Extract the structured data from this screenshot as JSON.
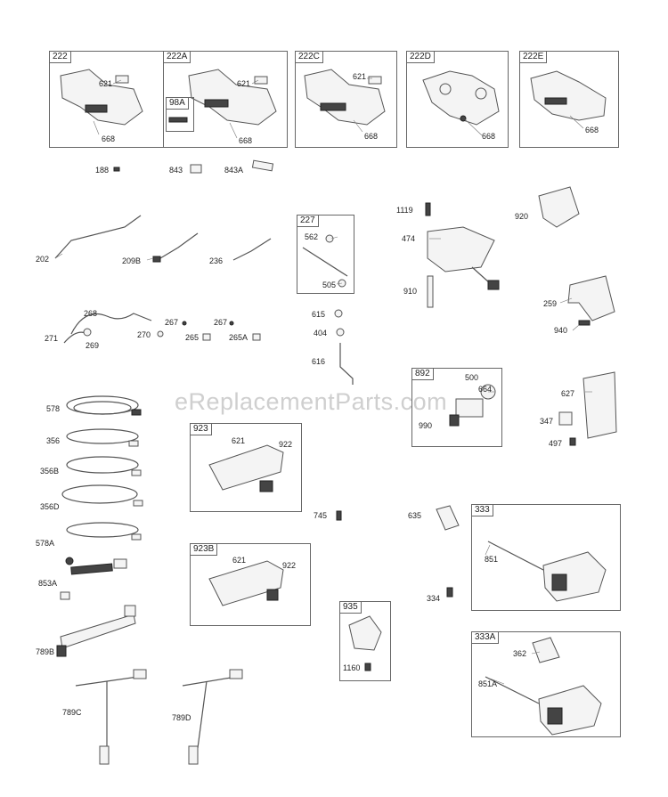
{
  "watermark": "eReplacementParts.com",
  "boxes": {
    "b222": "222",
    "b222A": "222A",
    "b98A": "98A",
    "b222C": "222C",
    "b222D": "222D",
    "b222E": "222E",
    "b227": "227",
    "b892": "892",
    "b923": "923",
    "b923B": "923B",
    "b935": "935",
    "b333": "333",
    "b333A": "333A"
  },
  "callouts": {
    "c621a": "621",
    "c668a": "668",
    "c621b": "621",
    "c668b": "668",
    "c621c": "621",
    "c668c": "668",
    "c668d": "668",
    "c668e": "668",
    "c188": "188",
    "c843": "843",
    "c843A": "843A",
    "c1119": "1119",
    "c474": "474",
    "c920": "920",
    "c202": "202",
    "c209B": "209B",
    "c236": "236",
    "c562": "562",
    "c505": "505",
    "c910": "910",
    "c259": "259",
    "c940": "940",
    "c268": "268",
    "c271": "271",
    "c269": "269",
    "c270": "270",
    "c267a": "267",
    "c265": "265",
    "c267b": "267",
    "c265A": "265A",
    "c615": "615",
    "c404": "404",
    "c616": "616",
    "c500": "500",
    "c664": "664",
    "c990": "990",
    "c627": "627",
    "c347": "347",
    "c497": "497",
    "c578": "578",
    "c356": "356",
    "c356B": "356B",
    "c356D": "356D",
    "c578A": "578A",
    "c853A": "853A",
    "c789B": "789B",
    "c789C": "789C",
    "c789D": "789D",
    "c621d": "621",
    "c922a": "922",
    "c621e": "621",
    "c922b": "922",
    "c745": "745",
    "c635": "635",
    "c334": "334",
    "c851": "851",
    "c1160": "1160",
    "c362": "362",
    "c851A": "851A"
  }
}
